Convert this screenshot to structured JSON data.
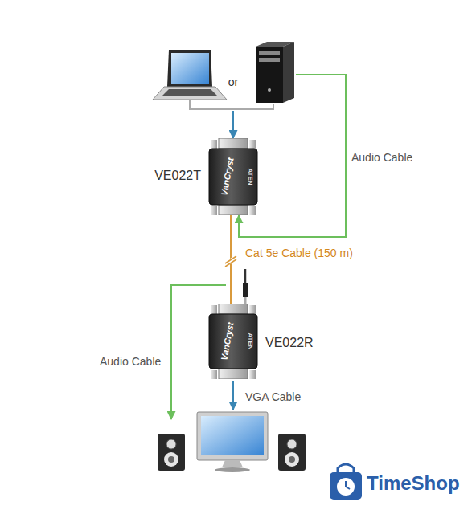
{
  "diagram": {
    "nodes": [
      {
        "text": [
          "or"
        ]
      },
      {
        "text": [
          "VE022T"
        ]
      },
      {
        "text": [
          "VE022R"
        ]
      }
    ],
    "edges": [
      {
        "from": 0,
        "to": 1,
        "arrow": "to"
      },
      {
        "from": 0,
        "to": 1,
        "label": "Audio Cable",
        "arrow": "to"
      },
      {
        "from": 1,
        "to": 2,
        "label": "Cat 5e Cable (150 m)",
        "arrow": "none"
      }
    ],
    "labels": [
      "VanCryst",
      "ATEN",
      "VanCryst",
      "ATEN",
      "Audio Cable",
      "VGA Cable",
      "TimeShop"
    ]
  }
}
